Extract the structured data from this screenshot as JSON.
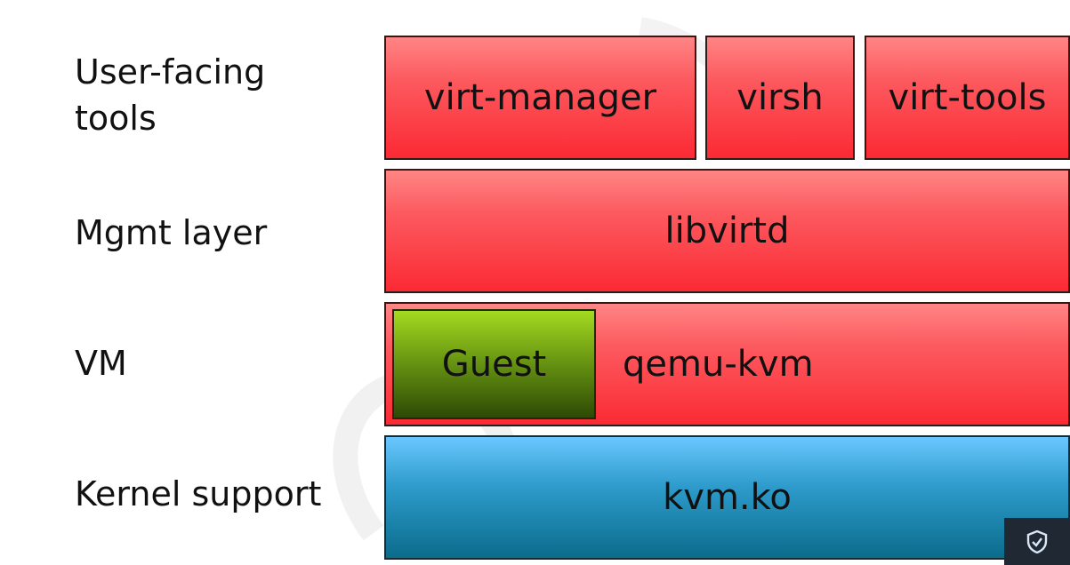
{
  "rows": {
    "user_tools": "User-facing tools",
    "mgmt": "Mgmt layer",
    "vm": "VM",
    "kernel": "Kernel support"
  },
  "boxes": {
    "virt_manager": "virt-manager",
    "virsh": "virsh",
    "virt_tools": "virt-tools",
    "libvirtd": "libvirtd",
    "guest": "Guest",
    "qemu_kvm": "qemu-kvm",
    "kvm_ko": "kvm.ko"
  },
  "colors": {
    "red_box": "#fb2a34",
    "green_box": "#5f8a10",
    "blue_box": "#2e9ccc",
    "badge_bg": "#1f2833"
  },
  "icons": {
    "badge": "shield-check-icon"
  }
}
